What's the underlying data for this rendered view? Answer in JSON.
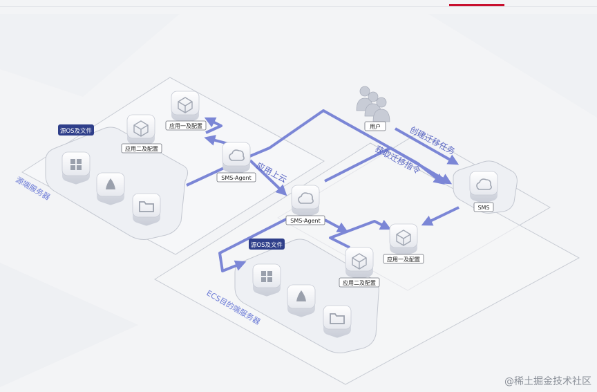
{
  "source_region": {
    "title": "源端服务器",
    "os_tag": "源OS及文件"
  },
  "target_region": {
    "title": "ECS目的端服务器",
    "os_tag": "源OS及文件"
  },
  "agent_source": {
    "label": "SMS-Agent"
  },
  "agent_target": {
    "label": "SMS-Agent"
  },
  "app_one_source": "应用一及配置",
  "app_two_source": "应用二及配置",
  "app_one_target": "应用一及配置",
  "app_two_target": "应用二及配置",
  "user_label": "用户",
  "sms_label": "SMS",
  "flows": {
    "upload": "应用上云",
    "create_task": "创建迁移任务",
    "get_command": "获取迁移指令"
  },
  "icons": {
    "windows": "windows-icon",
    "linux": "linux-penguin-icon",
    "folder": "folder-icon",
    "cloud": "cloud-icon",
    "cube": "cube-icon",
    "user": "user-group-icon"
  },
  "colors": {
    "flow": "#7b86d6",
    "tag": "#2f3f8a",
    "accent": "#c8102e"
  },
  "watermark": "@稀土掘金技术社区"
}
